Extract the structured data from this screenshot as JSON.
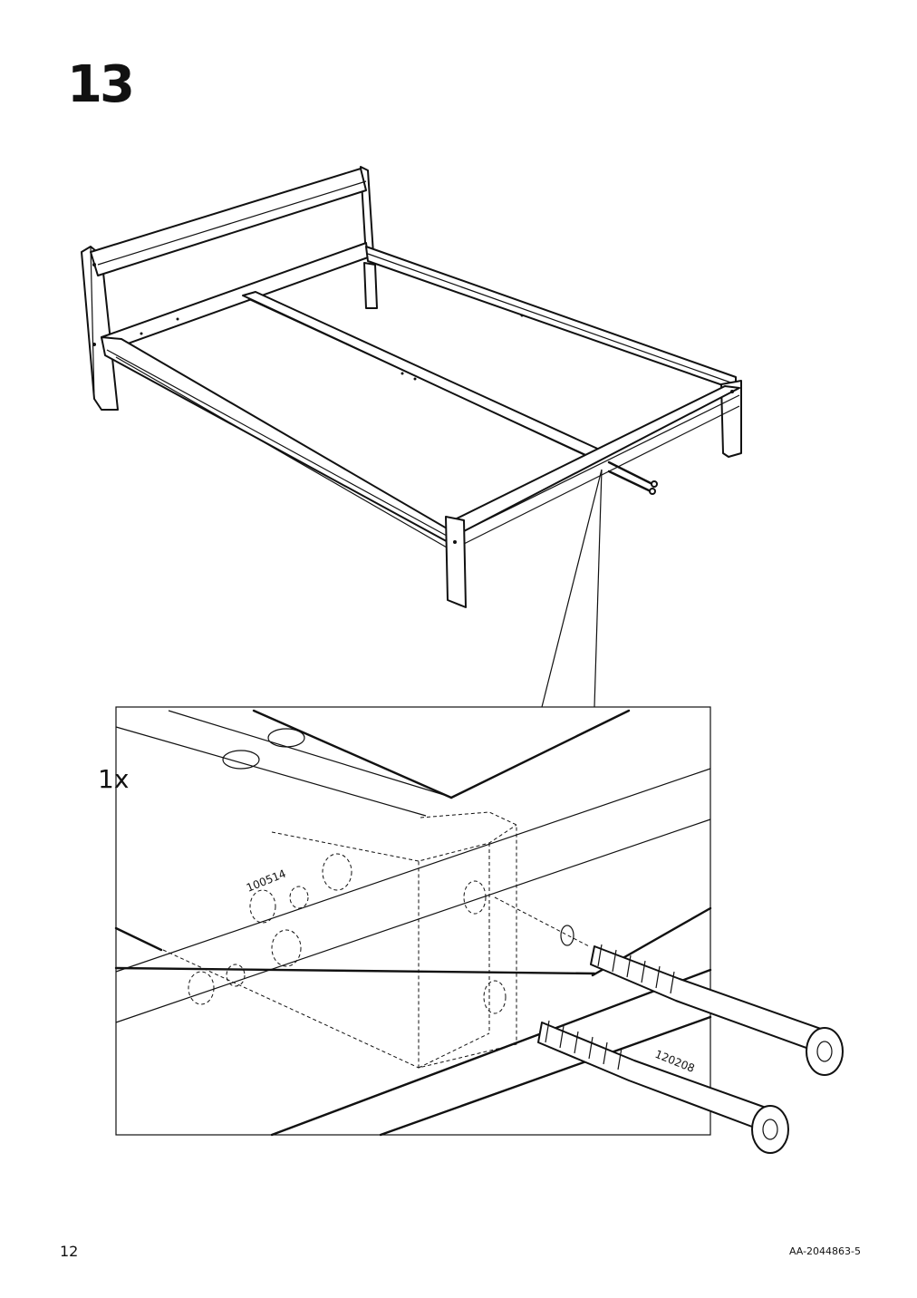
{
  "step": {
    "number": "13"
  },
  "detail": {
    "quantity": "1x"
  },
  "parts": {
    "dowel_id": "100514",
    "bolt_id": "120208"
  },
  "footer": {
    "page_number": "12",
    "document_code": "AA-2044863-5"
  }
}
